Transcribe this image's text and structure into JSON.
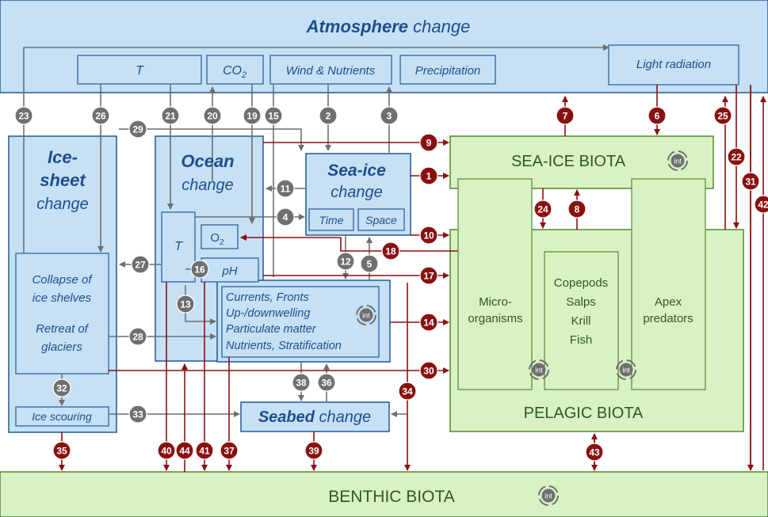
{
  "atmosphere": {
    "title_bold": "Atmosphere",
    "title_rest": " change",
    "boxes": {
      "t": "T",
      "co2_main": "CO",
      "co2_sub": "2",
      "wind": "Wind & Nutrients",
      "precip": "Precipitation",
      "light": "Light radiation"
    }
  },
  "icesheet": {
    "line1": "Ice-",
    "line2": "sheet",
    "line3": "change",
    "collapse1": "Collapse of",
    "collapse2": "ice shelves",
    "retreat1": "Retreat of",
    "retreat2": "glaciers",
    "scouring": "Ice scouring"
  },
  "ocean": {
    "line1": "Ocean",
    "line2": "change",
    "t": "T",
    "o2_main": "O",
    "o2_sub": "2",
    "ph": "pH",
    "processes": [
      "Currents, Fronts",
      "Up-/downwelling",
      "Particulate matter",
      "Nutrients, Stratification"
    ]
  },
  "seaice": {
    "line1": "Sea-ice",
    "line2": "change",
    "time": "Time",
    "space": "Space"
  },
  "seabed": {
    "bold": "Seabed",
    "rest": " change"
  },
  "biota": {
    "seaice": "SEA-ICE BIOTA",
    "pelagic": "PELAGIC BIOTA",
    "benthic": "BENTHIC BIOTA",
    "micro1": "Micro-",
    "micro2": "organisms",
    "zoo": [
      "Copepods",
      "Salps",
      "Krill",
      "Fish"
    ],
    "apex1": "Apex",
    "apex2": "predators",
    "int": "int"
  },
  "colors": {
    "physical_fill": "#c6e0f5",
    "physical_stroke": "#1f5a96",
    "bio_fill": "#d9f2c4",
    "bio_stroke": "#4f8a2f",
    "grey_link": "#6f6f6f",
    "red_link": "#8a1010",
    "title_blue": "#1f4e8c",
    "bio_text": "#2f5a1c"
  },
  "links": [
    "1",
    "2",
    "3",
    "4",
    "5",
    "6",
    "7",
    "8",
    "9",
    "10",
    "11",
    "12",
    "13",
    "14",
    "15",
    "16",
    "17",
    "18",
    "19",
    "20",
    "21",
    "22",
    "23",
    "24",
    "25",
    "26",
    "27",
    "28",
    "29",
    "30",
    "31",
    "32",
    "33",
    "34",
    "35",
    "36",
    "37",
    "38",
    "39",
    "40",
    "41",
    "42",
    "43",
    "44"
  ]
}
